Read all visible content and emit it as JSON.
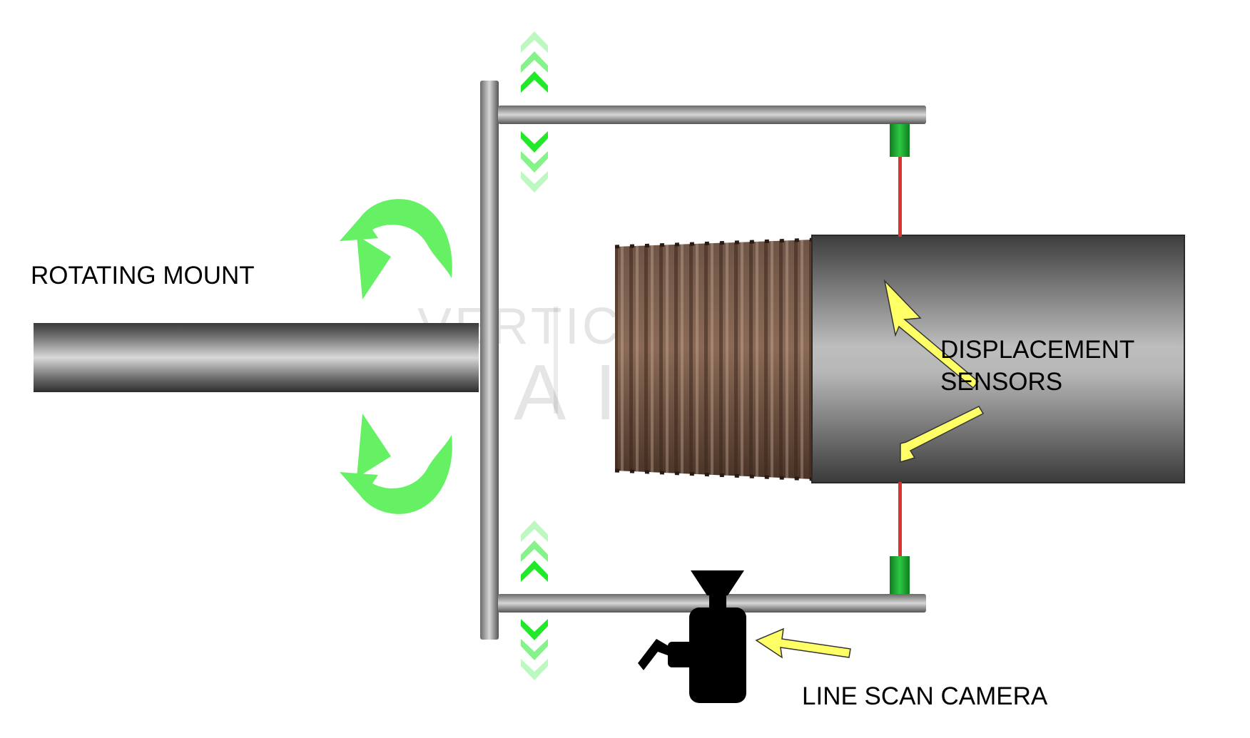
{
  "labels": {
    "rotating_mount": "ROTATING MOUNT",
    "displacement_line1": "DISPLACEMENT",
    "displacement_line2": "SENSORS",
    "camera": "LINE SCAN CAMERA"
  },
  "watermark": {
    "line1": "VERTICAL",
    "line2": "AI"
  },
  "colors": {
    "rotation_arrow": "#66f064",
    "chevron": "#22e82a",
    "callout_arrow": "#ffff66",
    "sensor": "#1aa12c",
    "laser": "#d9342e",
    "bracket": "#a0a0a0",
    "camera": "#000000",
    "thread": "#6b4a3a"
  },
  "icons": [
    "rotate-arrow-icon",
    "chevron-up-icon",
    "chevron-down-icon",
    "camera-icon",
    "callout-arrow-icon"
  ]
}
